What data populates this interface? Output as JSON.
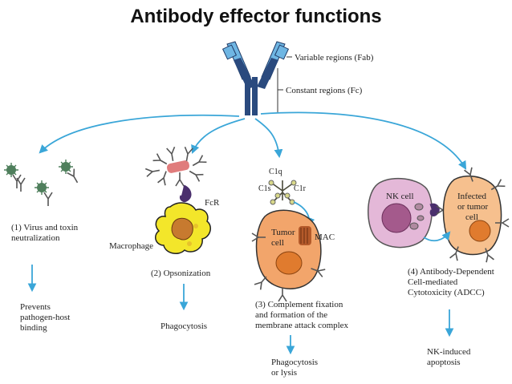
{
  "title": "Antibody effector functions",
  "antibody": {
    "variable_label": "Variable regions (Fab)",
    "constant_label": "Constant regions (Fc)"
  },
  "panels": [
    {
      "caption": [
        "(1) Virus and toxin",
        "neutralization"
      ],
      "outcome": [
        "Prevents",
        "pathogen-host",
        "binding"
      ]
    },
    {
      "labels": {
        "receptor": "FcR",
        "cell": "Macrophage"
      },
      "caption": [
        "(2) Opsonization"
      ],
      "outcome": [
        "Phagocytosis"
      ]
    },
    {
      "labels": {
        "c1q": "C1q",
        "c1s": "C1s",
        "c1r": "C1r",
        "cell": [
          "Tumor",
          "cell"
        ],
        "mac": "MAC"
      },
      "caption": [
        "(3) Complement fixation",
        "and formation of the",
        "membrane attack complex"
      ],
      "outcome": [
        "Phagocytosis",
        "or lysis"
      ]
    },
    {
      "labels": {
        "nk": "NK cell",
        "target": [
          "Infected",
          "or tumor",
          "cell"
        ]
      },
      "caption": [
        "(4) Antibody-Dependent",
        "Cell-mediated",
        "Cytotoxicity (ADCC)"
      ],
      "outcome": [
        "NK-induced",
        "apoptosis"
      ]
    }
  ],
  "colors": {
    "arrow": "#3aa6d8",
    "antibody_dark": "#2a4a7e",
    "antibody_light": "#6fb6e3",
    "virus": "#4f7f5c",
    "macrophage": "#f3e62a",
    "tumor": "#f2a56b",
    "nk": "#e4b8d8",
    "fcr": "#4a2f6d",
    "complement": "#c06a7e"
  }
}
